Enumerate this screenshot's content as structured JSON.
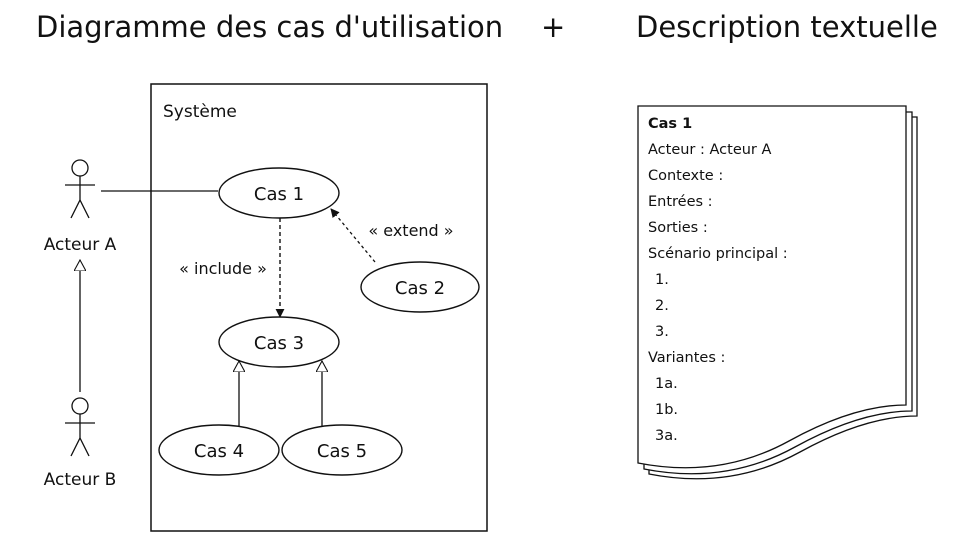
{
  "header": {
    "left_title": "Diagramme des cas d'utilisation",
    "plus": "+",
    "right_title": "Description textuelle"
  },
  "diagram": {
    "system_label": "Système",
    "actors": {
      "a": "Acteur A",
      "b": "Acteur B"
    },
    "use_cases": {
      "c1": "Cas 1",
      "c2": "Cas 2",
      "c3": "Cas 3",
      "c4": "Cas 4",
      "c5": "Cas 5"
    },
    "relations": {
      "include": "« include »",
      "extend": "« extend »"
    }
  },
  "description": {
    "title": "Cas 1",
    "actor": "Acteur : Acteur A",
    "context": "Contexte :",
    "inputs": "Entrées :",
    "outputs": "Sorties :",
    "main_scenario": "Scénario principal :",
    "steps": [
      "1.",
      "2.",
      "3."
    ],
    "variants_label": "Variantes :",
    "variants": [
      "1a.",
      "1b.",
      "3a."
    ]
  }
}
